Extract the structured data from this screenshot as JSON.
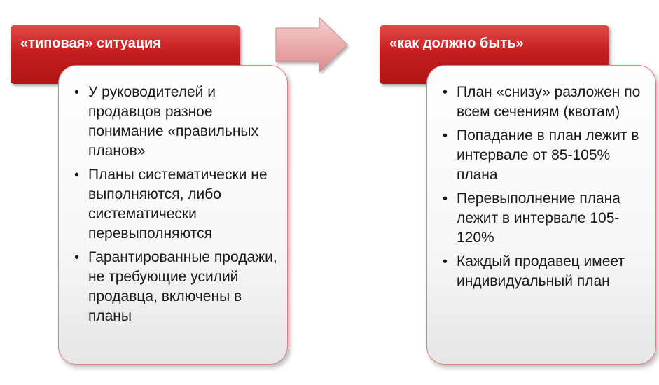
{
  "left_panel": {
    "title": "«типовая» ситуация",
    "items": [
      "У руководителей и продавцов разное понимание «правильных планов»",
      "Планы систематически не выполняются, либо систематически перевыполняются",
      "Гарантированные продажи, не требующие усилий продавца, включены в планы"
    ]
  },
  "right_panel": {
    "title": "«как должно быть»",
    "items": [
      "План «снизу» разложен по всем сечениям (квотам)",
      "Попадание в план лежит в интервале от 85-105% плана",
      "Перевыполнение плана лежит в интервале 105-120%",
      "Каждый продавец имеет индивидуальный план"
    ]
  },
  "bullet_symbol": "•",
  "colors": {
    "header_red": "#c41e1e",
    "card_border": "#e07d7d",
    "arrow_pink": "#e9a9a9"
  },
  "icons": {
    "arrow": "right-arrow-icon"
  }
}
